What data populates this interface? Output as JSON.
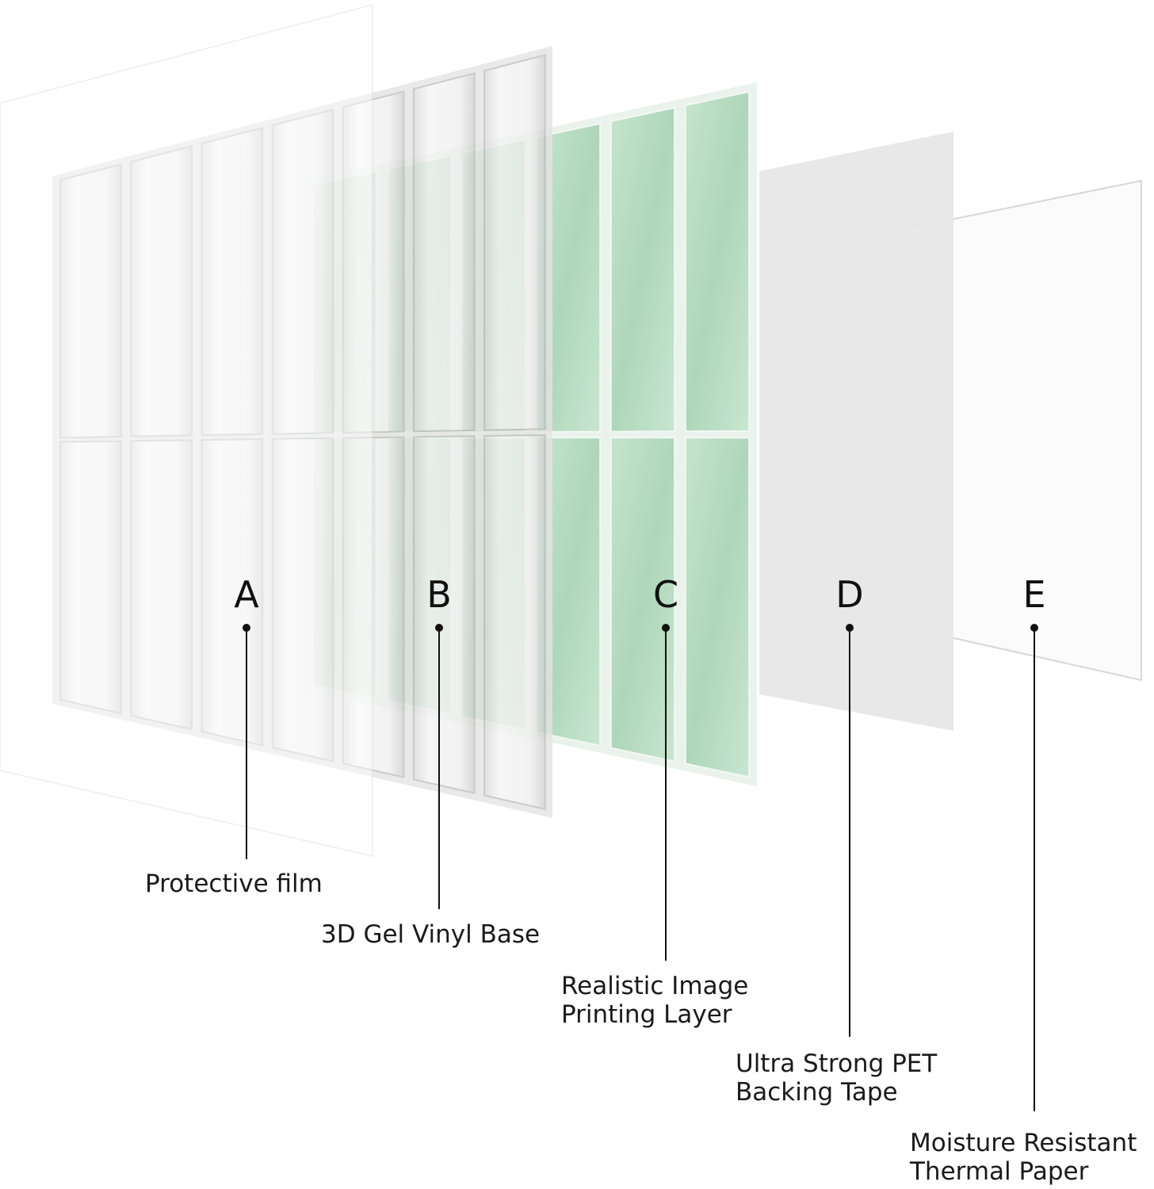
{
  "layers": [
    {
      "letter": "A",
      "label_lines": [
        "Protective film"
      ]
    },
    {
      "letter": "B",
      "label_lines": [
        "3D Gel Vinyl Base"
      ]
    },
    {
      "letter": "C",
      "label_lines": [
        "Realistic Image",
        "Printing Layer"
      ]
    },
    {
      "letter": "D",
      "label_lines": [
        "Ultra Strong PET",
        "Backing Tape"
      ]
    },
    {
      "letter": "E",
      "label_lines": [
        "Moisture Resistant",
        "Thermal Paper"
      ]
    }
  ],
  "colors": {
    "tile_green": "#b9dcc4",
    "tile_grout": "#e8f2ea",
    "backing_grey": "#e6e6e6",
    "film_white": "#f6f6f6",
    "line": "#111111"
  }
}
